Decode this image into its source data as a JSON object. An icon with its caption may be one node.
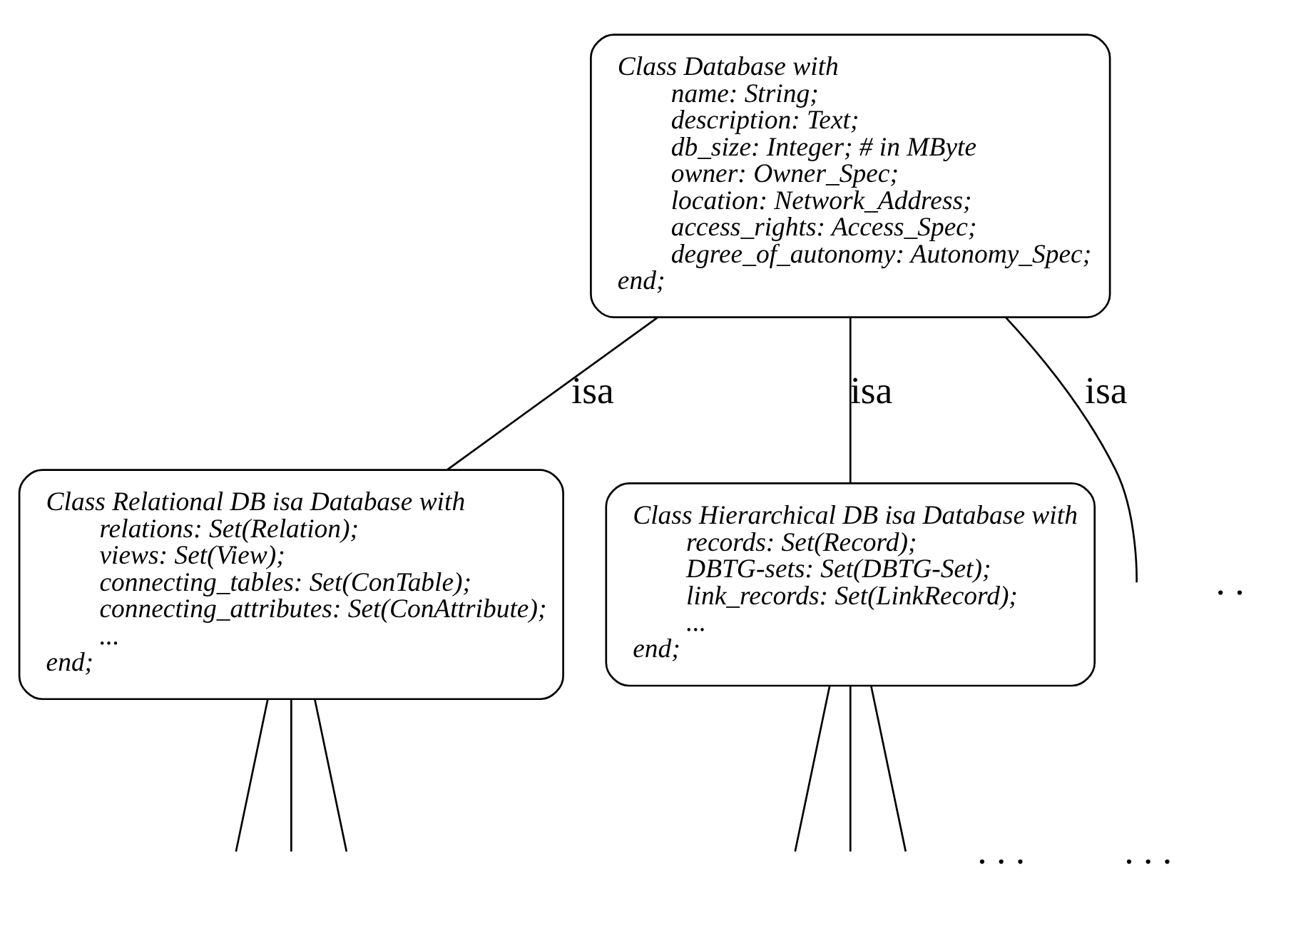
{
  "diagram": {
    "nodes": [
      {
        "text": [
          "Class Database with",
          "name: String;",
          "description: Text;",
          "db_size: Integer; # in MByte",
          "owner: Owner_Spec;",
          "location: Network_Address;",
          "access_rights: Access_Spec;",
          "degree_of_autonomy: Autonomy_Spec;",
          "end;"
        ]
      },
      {
        "text": [
          "Class Relational DB isa Database with",
          "relations: Set(Relation);",
          "views: Set(View);",
          "connecting_tables: Set(ConTable);",
          "connecting_attributes: Set(ConAttribute);",
          "...",
          "end;"
        ]
      },
      {
        "text": [
          "Class Hierarchical DB isa Database with",
          "records: Set(Record);",
          "DBTG-sets: Set(DBTG-Set);",
          "link_records: Set(LinkRecord);",
          "...",
          "end;"
        ]
      }
    ],
    "edges": [
      {
        "from": 0,
        "to": 1,
        "arrow": "none",
        "label": "isa"
      },
      {
        "from": 0,
        "to": 2,
        "arrow": "none",
        "label": "isa"
      },
      {
        "from": 0,
        "to": null,
        "arrow": "none",
        "label": "isa"
      },
      {
        "from": 1,
        "to": null,
        "arrow": "none"
      },
      {
        "from": 1,
        "to": null,
        "arrow": "none"
      },
      {
        "from": 1,
        "to": null,
        "arrow": "none"
      },
      {
        "from": 2,
        "to": null,
        "arrow": "none"
      },
      {
        "from": 2,
        "to": null,
        "arrow": "none"
      },
      {
        "from": 2,
        "to": null,
        "arrow": "none"
      }
    ],
    "labels": [
      ". .",
      ". . .",
      ". . ."
    ]
  }
}
